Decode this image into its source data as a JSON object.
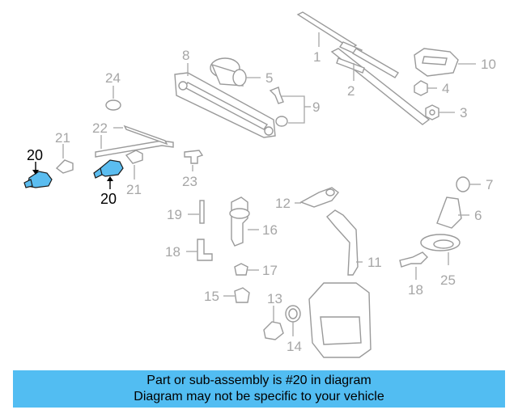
{
  "diagram": {
    "highlight_color": "#5bbdf0",
    "callouts": {
      "c1": "1",
      "c2": "2",
      "c3": "3",
      "c4": "4",
      "c5": "5",
      "c6": "6",
      "c7": "7",
      "c8": "8",
      "c9": "9",
      "c10": "10",
      "c11": "11",
      "c12": "12",
      "c13": "13",
      "c14": "14",
      "c15": "15",
      "c16": "16",
      "c17": "17",
      "c18a": "18",
      "c18b": "18",
      "c19": "19",
      "c20a": "20",
      "c20b": "20",
      "c21a": "21",
      "c21b": "21",
      "c22": "22",
      "c23": "23",
      "c24": "24",
      "c25": "25"
    }
  },
  "caption": {
    "line1": "Part or sub-assembly is #20 in diagram",
    "line2": "Diagram may not be specific to your vehicle",
    "background": "#52bdf2"
  }
}
